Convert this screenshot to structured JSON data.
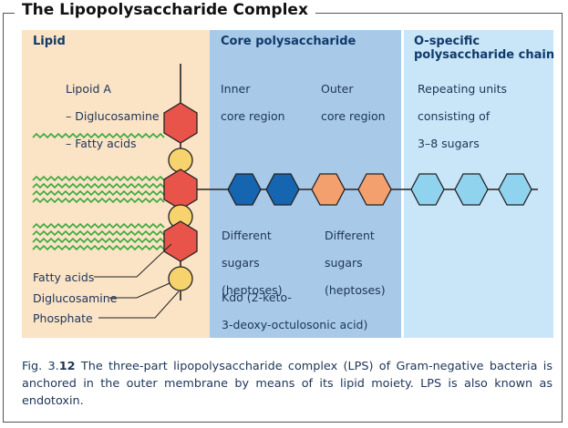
{
  "title": "The Lipopolysaccharide Complex",
  "sections": {
    "lipid": {
      "header": "Lipid",
      "lipoid_a_lines": [
        "Lipoid A",
        "– Diglucosamine",
        "– Fatty acids"
      ],
      "labels": {
        "fatty_acids": "Fatty acids",
        "diglucosamine": "Diglucosamine",
        "phosphate": "Phosphate"
      }
    },
    "core": {
      "header": "Core polysaccharide",
      "inner_lines": [
        "Inner",
        "core region"
      ],
      "outer_lines": [
        "Outer",
        "core region"
      ],
      "different_sugars_lines": [
        "Different",
        "sugars",
        "(heptoses)"
      ],
      "kdo_lines": [
        "Kdo (2-keto-",
        "3-deoxy-octulosonic acid)"
      ]
    },
    "ochain": {
      "header_lines": [
        "O-specific",
        "polysaccharide chain"
      ],
      "desc_lines": [
        "Repeating units",
        "consisting of",
        "3–8 sugars"
      ]
    }
  },
  "caption": {
    "fig_prefix": "Fig. 3.",
    "fig_num": "12",
    "text": " The three-part lipopolysaccharide complex (LPS) of Gram-negative bacteria is anchored in the outer membrane by means of its lipid moiety. LPS is also known as endotoxin."
  },
  "colors": {
    "lipid_bg": "#fbe3c6",
    "core_bg": "#a9c9e9",
    "ochain_bg": "#c9e5f8",
    "phosphate_red": "#e8534a",
    "glucosamine_yellow": "#f7d36e",
    "inner_core_blue": "#1565b0",
    "outer_core_orange": "#f4a06e",
    "repeat_unit_cyan": "#8fd3ef",
    "fatty_acid_green": "#3aa93e"
  }
}
